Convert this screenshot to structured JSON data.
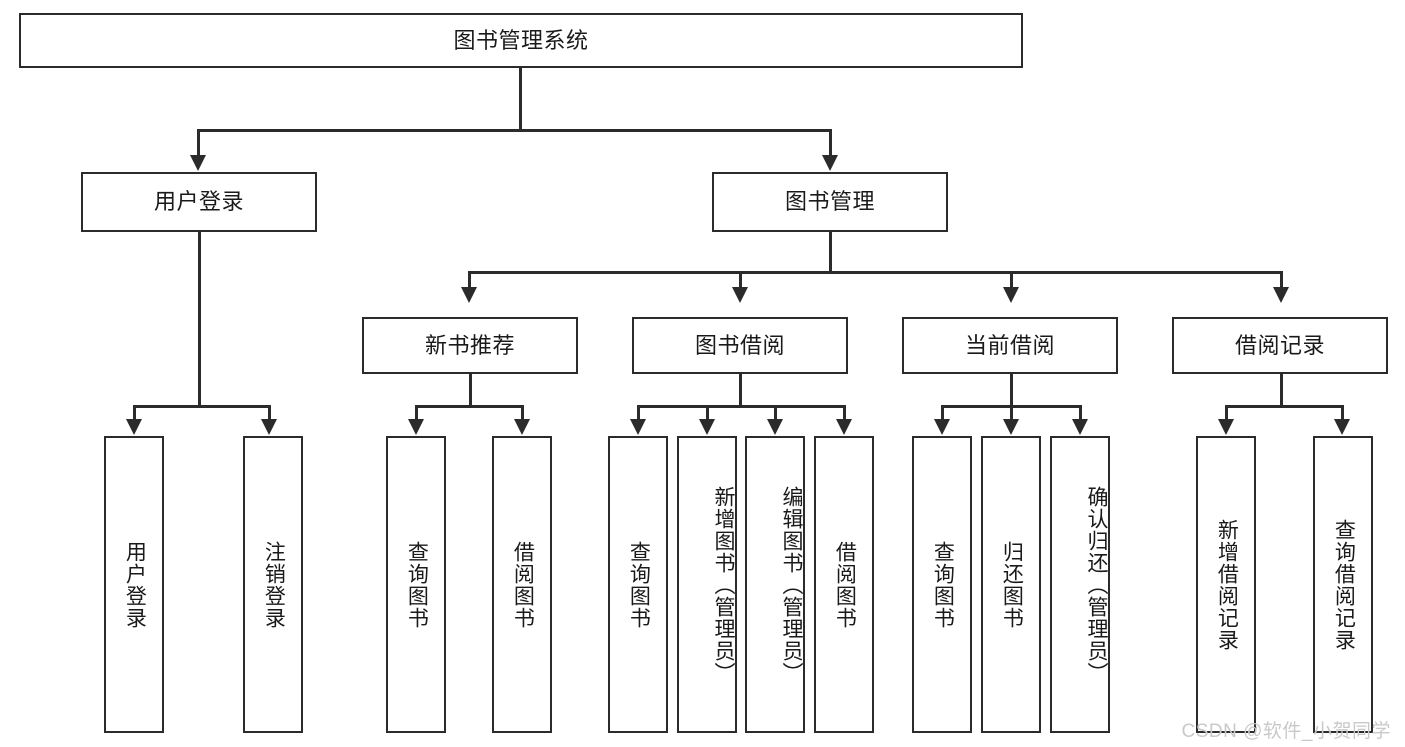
{
  "diagram": {
    "type": "tree-hierarchy",
    "background_color": "#ffffff",
    "line_color": "#2b2b2b",
    "root": {
      "label": "图书管理系统"
    },
    "level2": [
      {
        "label": "用户登录"
      },
      {
        "label": "图书管理"
      }
    ],
    "level3": [
      {
        "label": "新书推荐"
      },
      {
        "label": "图书借阅"
      },
      {
        "label": "当前借阅"
      },
      {
        "label": "借阅记录"
      }
    ],
    "leaves": {
      "user_login": [
        {
          "label": "用户登录"
        },
        {
          "label": "注销登录"
        }
      ],
      "new_book_recommend": [
        {
          "label": "查询图书"
        },
        {
          "label": "借阅图书"
        }
      ],
      "book_borrow": [
        {
          "label": "查询图书"
        },
        {
          "label": "新增图书（管理员）"
        },
        {
          "label": "编辑图书（管理员）"
        },
        {
          "label": "借阅图书"
        }
      ],
      "current_borrow": [
        {
          "label": "查询图书"
        },
        {
          "label": "归还图书"
        },
        {
          "label": "确认归还（管理员）"
        }
      ],
      "borrow_record": [
        {
          "label": "新增借阅记录"
        },
        {
          "label": "查询借阅记录"
        }
      ]
    }
  },
  "watermark": {
    "text": "CSDN @软件_小贺同学",
    "color": "#c9c9c9"
  }
}
